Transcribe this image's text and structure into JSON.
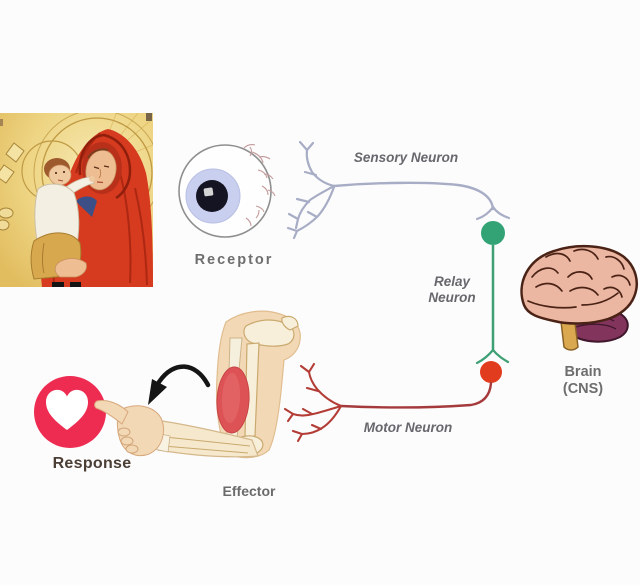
{
  "scene": {
    "description": "Reflex arc biology diagram meme with religious icon painting as stimulus",
    "background_color": "#fcfcfc"
  },
  "labels": {
    "sensory_neuron": "Sensory Neuron",
    "receptor": "Receptor",
    "relay_line1": "Relay",
    "relay_line2": "Neuron",
    "brain_line1": "Brain",
    "brain_line2": "(CNS)",
    "motor_neuron": "Motor Neuron",
    "response": "Response",
    "effector": "Effector"
  },
  "flow": [
    "Receptor",
    "Sensory Neuron",
    "Relay Neuron",
    "Brain (CNS)",
    "Motor Neuron",
    "Effector",
    "Response"
  ],
  "colors": {
    "sensory_neuron_path": "#a8adc6",
    "relay_neuron_path": "#3f9f74",
    "relay_cell_body": "#33a376",
    "motor_cell_body": "#e23c1e",
    "motor_neuron_path": "#a53a3c",
    "label_text": "#696969",
    "response_text": "#4a3e35",
    "like_button": "#ee2c52",
    "arrow": "#151515",
    "brain_fill": "#ecb7a2",
    "brain_outline": "#4a2316",
    "cerebellum_fill": "#82345c",
    "brainstem_fill": "#d9a84f",
    "muscle_fill": "#dd5355",
    "skin_fill": "#f3d8b6",
    "bone_fill": "#f8efda",
    "iris_fill": "#c9cfee",
    "painting_gold": "#eed584",
    "painting_robe": "#d63a1f"
  },
  "illustrations": [
    {
      "name": "madonna-and-child-painting-image"
    },
    {
      "name": "eyeball-receptor-illustration"
    },
    {
      "name": "brain-cns-illustration"
    },
    {
      "name": "arm-muscle-effector-illustration"
    },
    {
      "name": "heart-like-button-icon"
    },
    {
      "name": "pointing-hand-illustration"
    },
    {
      "name": "flex-arrow-icon"
    }
  ]
}
